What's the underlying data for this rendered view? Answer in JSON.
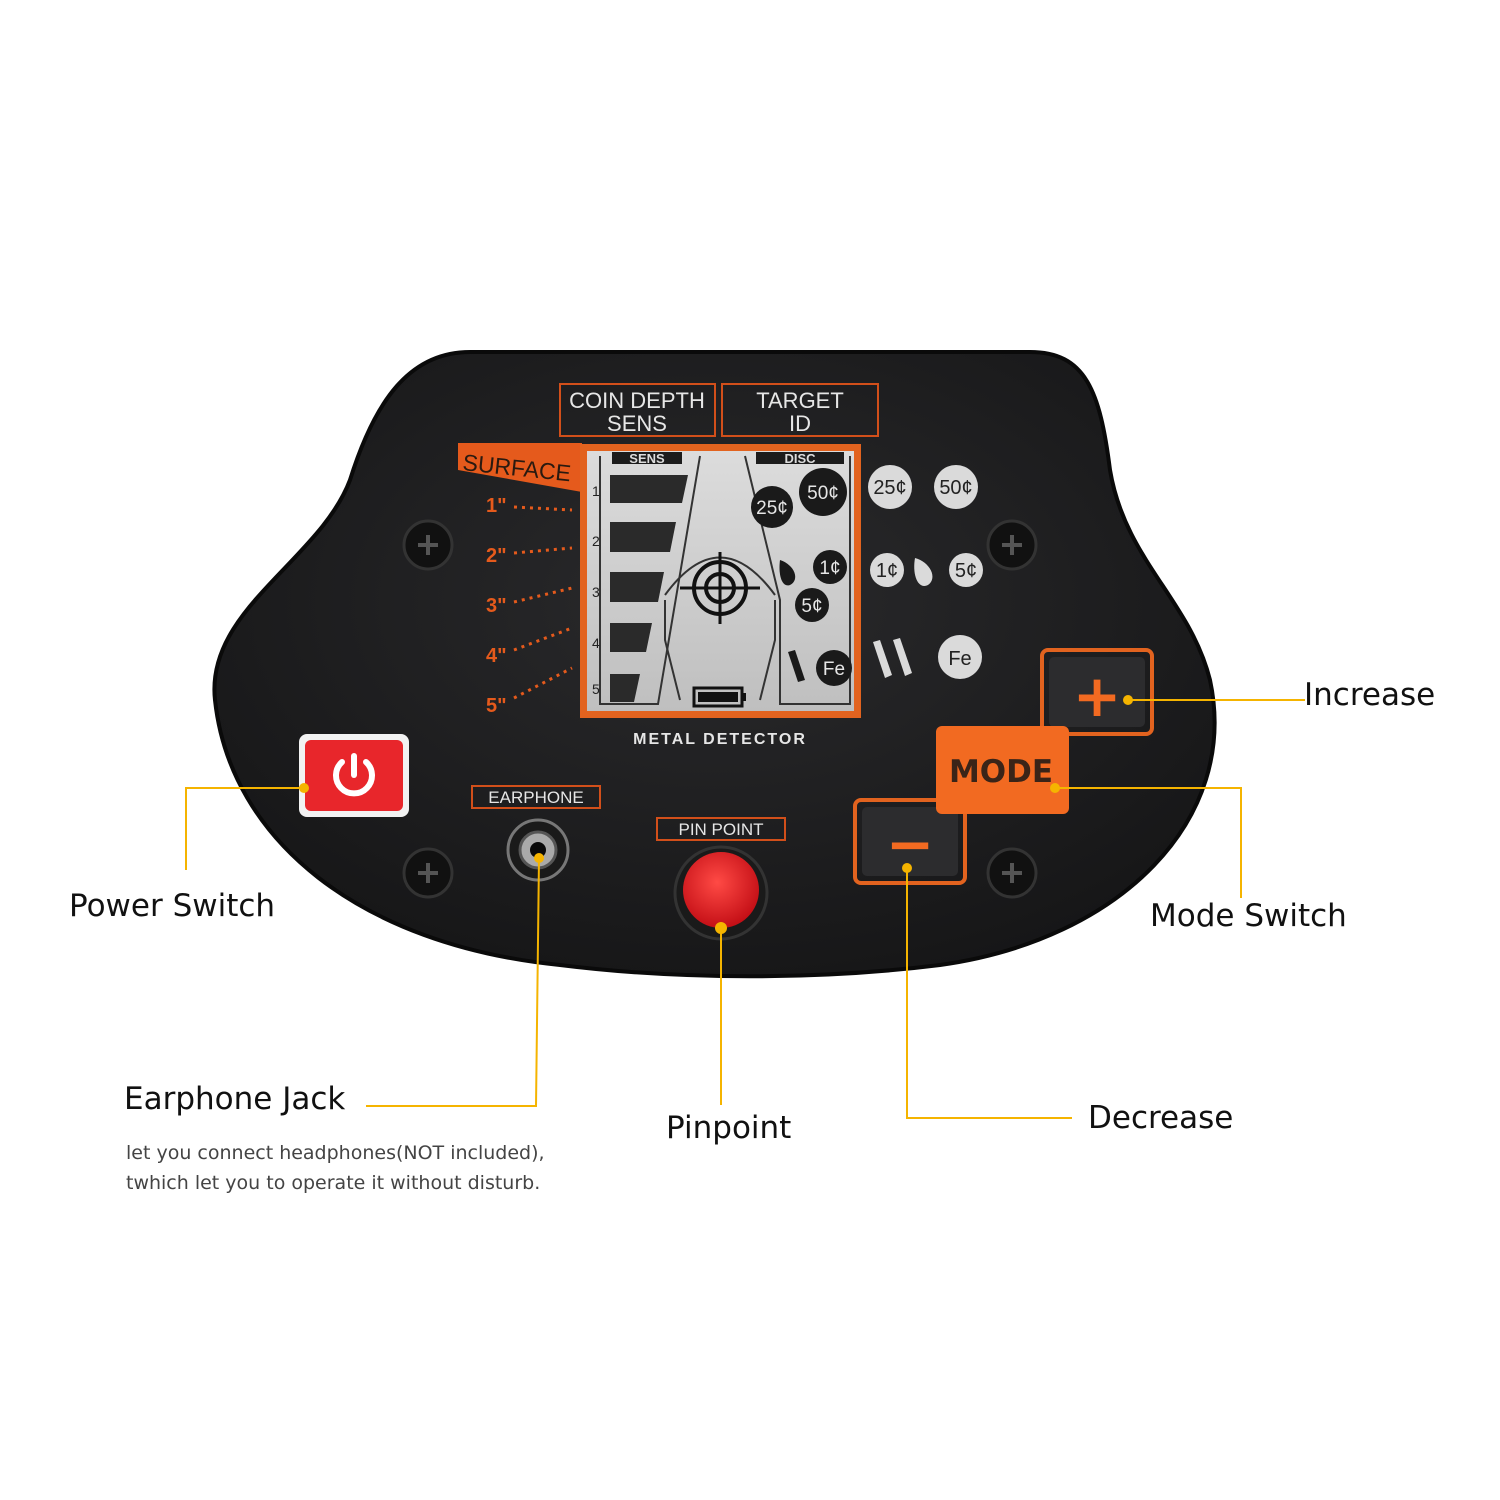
{
  "panel": {
    "coin_depth_label": "COIN DEPTH",
    "sens_label": "SENS",
    "target_label": "TARGET",
    "id_label": "ID",
    "surface_label": "SURFACE",
    "depths": [
      "1\"",
      "2\"",
      "3\"",
      "4\"",
      "5\""
    ],
    "product_label": "METAL DETECTOR",
    "earphone_label": "EARPHONE",
    "pinpoint_label": "PIN POINT",
    "mode_label": "MODE",
    "plus_symbol": "+",
    "minus_symbol": "−",
    "accent_color": "#f26a21",
    "power_color": "#e8262b"
  },
  "lcd": {
    "sens_header": "SENS",
    "disc_header": "DISC",
    "levels": [
      "1",
      "2",
      "3",
      "4",
      "5"
    ],
    "coins": [
      "25¢",
      "50¢",
      "1¢",
      "5¢",
      "Fe"
    ],
    "battery_level": 1.0
  },
  "targets": [
    "25¢",
    "50¢",
    "1¢",
    "5¢",
    "Fe"
  ],
  "callouts": {
    "power": "Power Switch",
    "increase": "Increase",
    "mode": "Mode Switch",
    "earphone": "Earphone Jack",
    "earphone_note_1": "let you connect headphones(NOT included),",
    "earphone_note_2": "twhich let you to operate it without disturb.",
    "pinpoint": "Pinpoint",
    "decrease": "Decrease"
  },
  "line_color": "#f5b400"
}
